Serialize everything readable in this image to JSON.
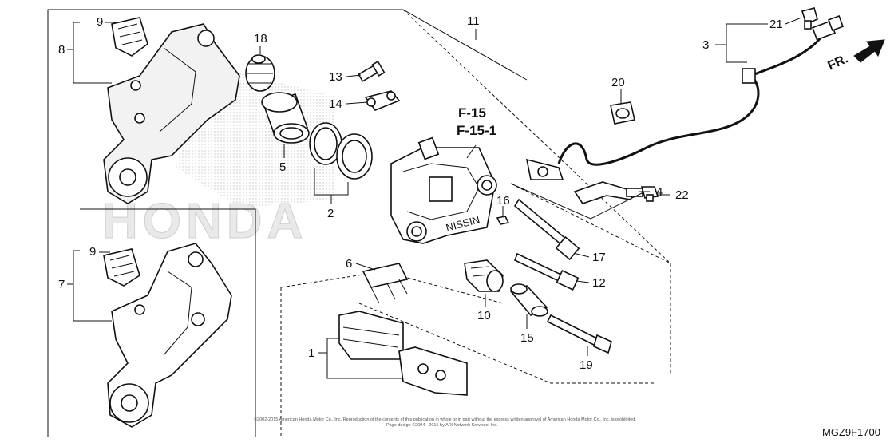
{
  "diagram": {
    "callouts": [
      {
        "id": "c1",
        "text": "1"
      },
      {
        "id": "c2",
        "text": "2"
      },
      {
        "id": "c4",
        "text": "4"
      },
      {
        "id": "c5",
        "text": "5"
      },
      {
        "id": "c6",
        "text": "6"
      },
      {
        "id": "c7",
        "text": "7"
      },
      {
        "id": "c8",
        "text": "8"
      },
      {
        "id": "c9a",
        "text": "9"
      },
      {
        "id": "c9b",
        "text": "9"
      },
      {
        "id": "c10",
        "text": "10"
      },
      {
        "id": "c11",
        "text": "11"
      },
      {
        "id": "c12",
        "text": "12"
      },
      {
        "id": "c13",
        "text": "13"
      },
      {
        "id": "c14",
        "text": "14"
      },
      {
        "id": "c15",
        "text": "15"
      },
      {
        "id": "c16",
        "text": "16"
      },
      {
        "id": "c17",
        "text": "17"
      },
      {
        "id": "c18",
        "text": "18"
      },
      {
        "id": "c19",
        "text": "19"
      },
      {
        "id": "c20",
        "text": "20"
      },
      {
        "id": "c21",
        "text": "21"
      },
      {
        "id": "c22",
        "text": "22"
      },
      {
        "id": "c3",
        "text": "3"
      }
    ],
    "ref_lines": [
      "F-15",
      "F-15-1"
    ],
    "front_marker": "FR.",
    "diagram_code": "MGZ9F1700",
    "watermark": "HONDA",
    "caliper_marking": "NISSIN",
    "copyright_line1": "©2002-2015 American Honda Motor Co., Inc. Reproduction of the contents of this publication in whole or in part without the express written approval of American Honda Motor Co., Inc. is prohibited.",
    "copyright_line2": "Page design ©2004 - 2015 by ARI Network Services, Inc."
  }
}
